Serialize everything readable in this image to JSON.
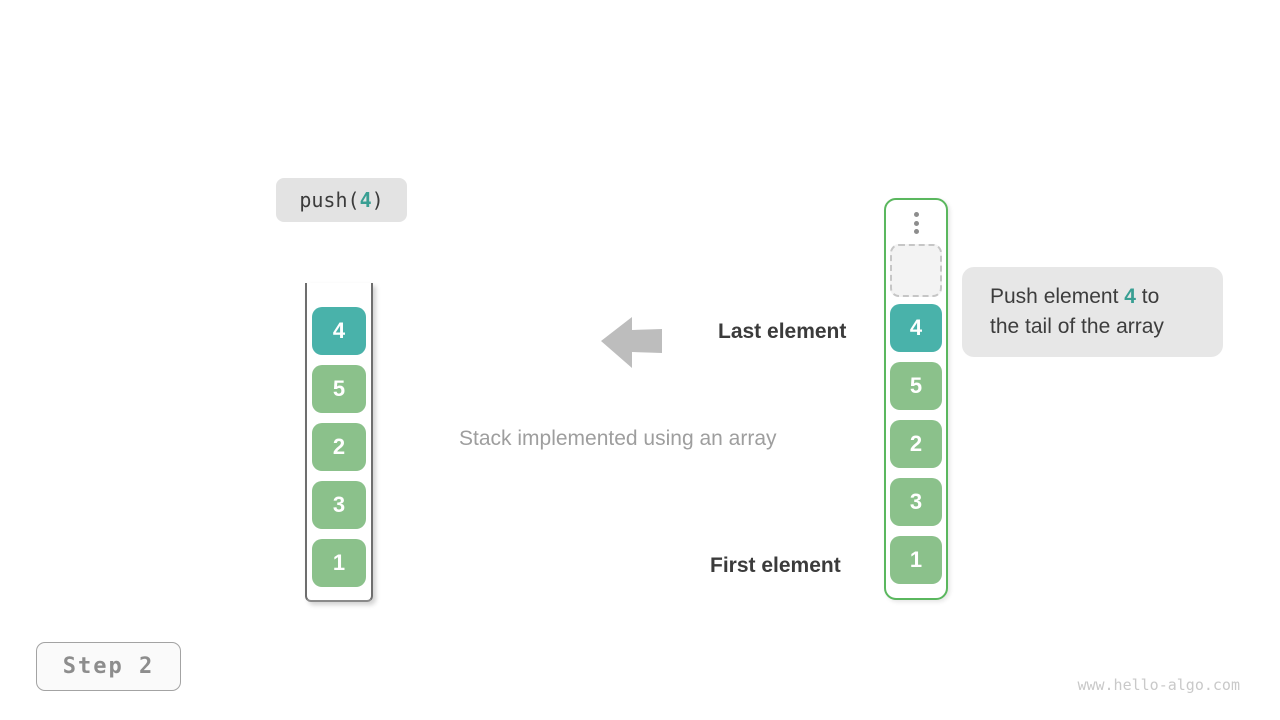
{
  "push_call": {
    "prefix": "push(",
    "arg": "4",
    "suffix": ")"
  },
  "left_stack": {
    "values": [
      "4",
      "5",
      "2",
      "3",
      "1"
    ],
    "highlight_index": 0
  },
  "right_stack": {
    "values": [
      "4",
      "5",
      "2",
      "3",
      "1"
    ],
    "highlight_index": 0,
    "has_empty_slot": true,
    "ellipsis_icon": "vertical-ellipsis"
  },
  "annotations": {
    "last_element": "Last element",
    "first_element": "First element",
    "caption": "Stack implemented using an array",
    "arrow_icon": "left-block-arrow"
  },
  "bubble": {
    "line1_prefix": "Push element ",
    "arg": "4",
    "line1_suffix": " to",
    "line2": "the tail of the array"
  },
  "step_label": "Step 2",
  "watermark": "www.hello-algo.com",
  "colors": {
    "teal": "#49b2aa",
    "teal_text": "#399f93",
    "green": "#8bc18b",
    "green_border": "#5ab75e",
    "label_bg": "#e3e3e3",
    "bubble_bg": "#e7e7e7",
    "arrow_gray": "#bdbdbd",
    "dark_text": "#3b3b3b",
    "muted_text": "#9e9e9e"
  }
}
